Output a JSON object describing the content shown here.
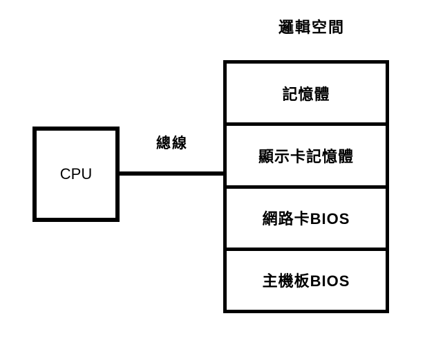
{
  "diagram": {
    "title": "邏輯空間",
    "cpu": {
      "label": "CPU"
    },
    "bus": {
      "label": "總線"
    },
    "memory_blocks": [
      "記憶體",
      "顯示卡記憶體",
      "網路卡BIOS",
      "主機板BIOS"
    ],
    "colors": {
      "line": "#000000",
      "text": "#000000",
      "background": "#ffffff"
    }
  }
}
